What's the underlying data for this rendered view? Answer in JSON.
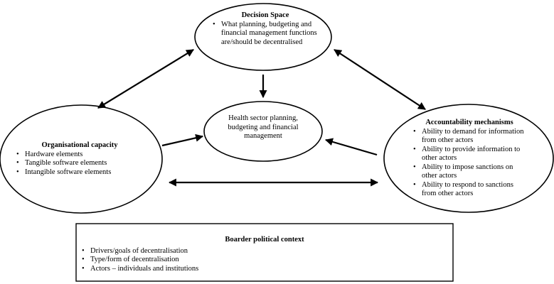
{
  "decision_space": {
    "title": "Decision Space",
    "items": [
      "What planning, budgeting and financial management functions are/should be decentralised"
    ]
  },
  "health_sector": {
    "label": "Health sector planning, budgeting and financial management"
  },
  "organisational_capacity": {
    "title": "Organisational capacity",
    "items": [
      "Hardware elements",
      "Tangible software elements",
      "Intangible software elements"
    ]
  },
  "accountability": {
    "title": "Accountability mechanisms",
    "items": [
      "Ability to demand for information from other actors",
      "Ability to provide information to other actors",
      "Ability to impose sanctions on other actors",
      "Ability to respond to sanctions from other actors"
    ]
  },
  "political_context": {
    "title": "Boarder political context",
    "items": [
      "Drivers/goals of decentralisation",
      "Type/form of decentralisation",
      "Actors – individuals and institutions"
    ]
  }
}
